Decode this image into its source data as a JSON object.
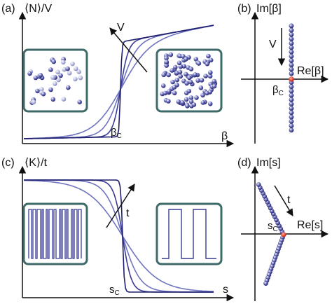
{
  "panels": {
    "a": {
      "letter": "(a)",
      "ylabel": "⟨N⟩/V",
      "xlabel": "β",
      "critical": "βC",
      "critical_base": "β",
      "critical_sub": "C",
      "arrow_label": "V"
    },
    "b": {
      "letter": "(b)",
      "ylabel": "Im[β]",
      "xlabel": "Re[β]",
      "critical_base": "β",
      "critical_sub": "C",
      "arrow_label": "V"
    },
    "c": {
      "letter": "(c)",
      "ylabel": "⟨K⟩/t",
      "xlabel": "s",
      "critical_base": "s",
      "critical_sub": "C",
      "arrow_label": "t"
    },
    "d": {
      "letter": "(d)",
      "ylabel": "Im[s]",
      "xlabel": "Re[s]",
      "critical_base": "s",
      "critical_sub": "C",
      "arrow_label": "t"
    }
  },
  "colors": {
    "curve_dark": "#1e1e6e",
    "curve_mid": "#3a3c94",
    "curve_light": "#6f74bf",
    "dot": "#4e52a8",
    "critical_point": "#e03020",
    "inset_border": "#3f6a6a"
  }
}
